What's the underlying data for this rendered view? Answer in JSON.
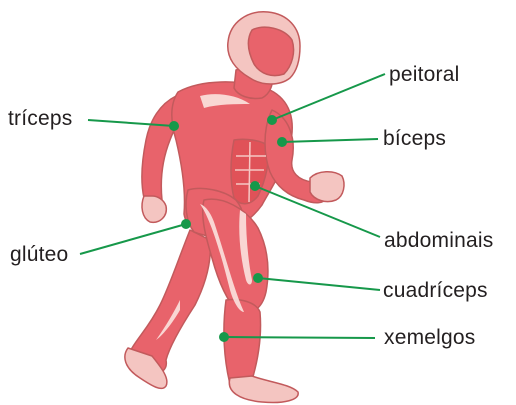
{
  "labels": {
    "triceps": "tríceps",
    "gluteo": "glúteo",
    "peitoral": "peitoral",
    "biceps": "bíceps",
    "abdominais": "abdominais",
    "cuadriceps": "cuadríceps",
    "xemelgos": "xemelgos"
  },
  "colors": {
    "muscle": "#e8636b",
    "muscle_light": "#f4a9aa",
    "tendon": "#fbe3df",
    "skin_outline": "#c9706f",
    "pointer": "#16984a",
    "text": "#231f20"
  }
}
